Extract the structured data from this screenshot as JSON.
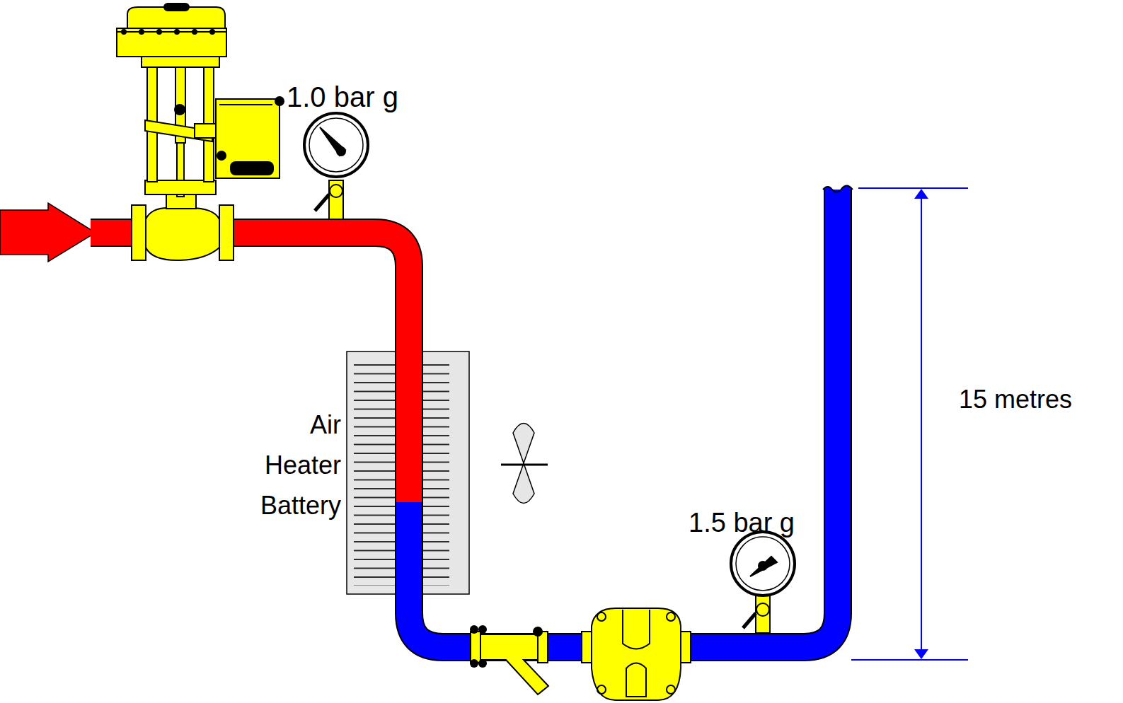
{
  "diagram": {
    "nodes": [
      {
        "text": [
          "Air Heater Battery"
        ]
      }
    ],
    "labels": [
      "1.0 bar g",
      "1.5 bar g",
      "15 metres"
    ]
  }
}
